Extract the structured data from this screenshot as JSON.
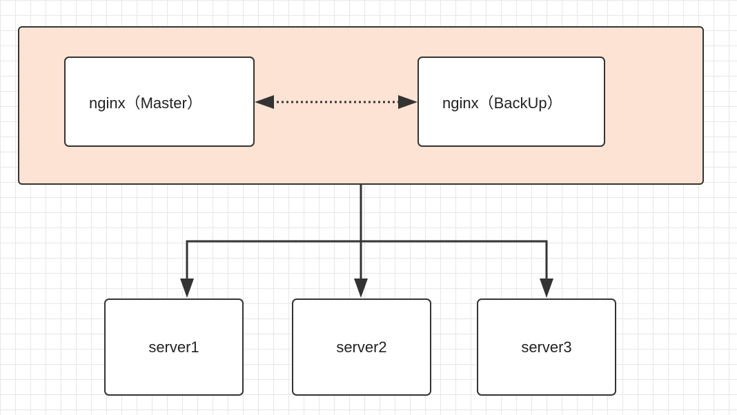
{
  "diagram": {
    "cluster": {
      "master": {
        "label": "nginx（Master）"
      },
      "backup": {
        "label": "nginx（BackUp）"
      }
    },
    "servers": [
      {
        "label": "server1"
      },
      {
        "label": "server2"
      },
      {
        "label": "server3"
      }
    ]
  },
  "colors": {
    "cluster_fill": "#fde3d3",
    "stroke": "#333333",
    "grid": "#e6e6e6"
  }
}
